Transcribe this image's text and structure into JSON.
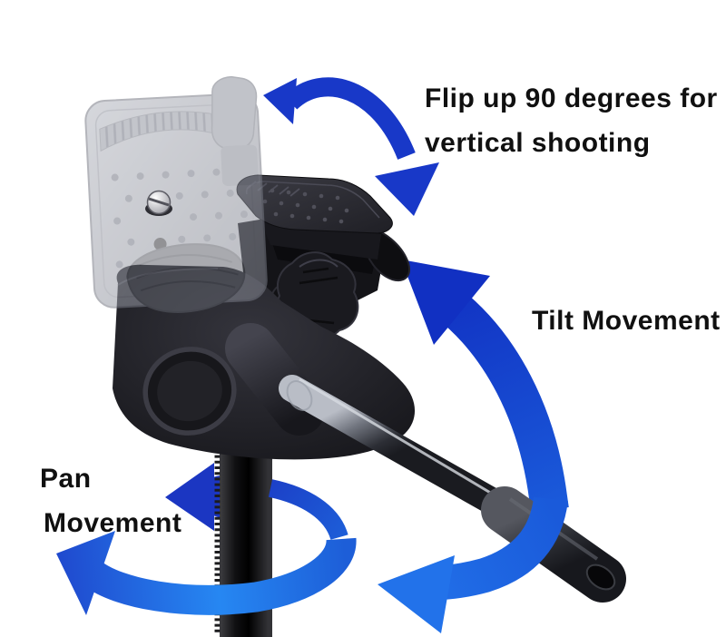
{
  "figure": {
    "type": "annotated-product-photo",
    "subject": "tripod 3-way pan/tilt head with quick-release plate, pan handle and geared center column",
    "background": "#ffffff"
  },
  "annotations": {
    "flip_line1": "Flip up 90 degrees for",
    "flip_line2": "vertical shooting",
    "tilt": "Tilt Movement",
    "pan_line1": "Pan",
    "pan_line2": "Movement"
  },
  "colors": {
    "text": "#101010",
    "flip_arrow": "#1838c8",
    "tilt_arrow_dark": "#1130c2",
    "tilt_arrow_light": "#2272ea",
    "pan_arrow_back": "#1b36c2",
    "pan_arrow_front": "#2b8af2"
  }
}
